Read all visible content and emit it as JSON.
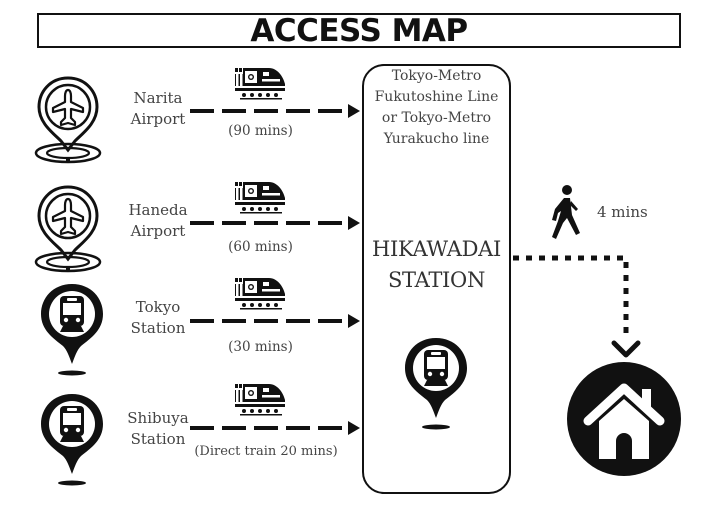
{
  "header": {
    "title": "ACCESS MAP"
  },
  "routes": [
    {
      "origin_line1": "Narita",
      "origin_line2": "Airport",
      "origin_icon": "airplane-pin-icon",
      "transport_icon": "train-icon",
      "duration": "(90 mins)"
    },
    {
      "origin_line1": "Haneda",
      "origin_line2": "Airport",
      "origin_icon": "airplane-pin-icon",
      "transport_icon": "train-icon",
      "duration": "(60 mins)"
    },
    {
      "origin_line1": "Tokyo",
      "origin_line2": "Station",
      "origin_icon": "train-station-pin-icon",
      "transport_icon": "train-icon",
      "duration": "(30 mins)"
    },
    {
      "origin_line1": "Shibuya",
      "origin_line2": "Station",
      "origin_icon": "train-station-pin-icon",
      "transport_icon": "train-icon",
      "duration": "(Direct train 20 mins)"
    }
  ],
  "station": {
    "lines": [
      "Tokyo-Metro",
      "Fukutoshine Line",
      "or Tokyo-Metro",
      "Yurakucho line"
    ],
    "name_line1": "HIKAWADAI",
    "name_line2": "STATION",
    "icon": "train-station-pin-icon"
  },
  "walk": {
    "icon": "walking-person-icon",
    "duration": "4 mins"
  },
  "destination": {
    "icon": "home-icon"
  }
}
